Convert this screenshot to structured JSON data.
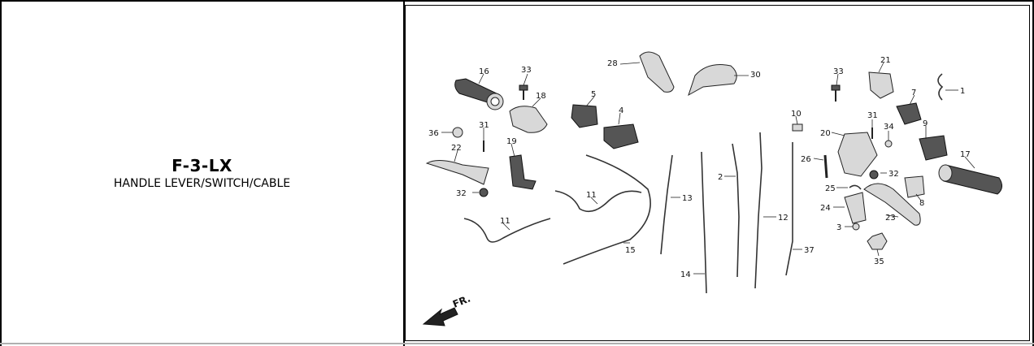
{
  "header": {
    "section_code": "F-3-LX",
    "section_title": "HANDLE LEVER/SWITCH/CABLE"
  },
  "diagram": {
    "direction_label": "FR.",
    "callouts": [
      {
        "id": "c16",
        "label": "16",
        "part": "grip-left"
      },
      {
        "id": "c33a",
        "label": "33",
        "part": "bolt"
      },
      {
        "id": "c18",
        "label": "18",
        "part": "switch-housing"
      },
      {
        "id": "c5",
        "label": "5",
        "part": "switch"
      },
      {
        "id": "c4",
        "label": "4",
        "part": "switch"
      },
      {
        "id": "c28",
        "label": "28",
        "part": "mirror-right"
      },
      {
        "id": "c30",
        "label": "30",
        "part": "mirror-left"
      },
      {
        "id": "c33b",
        "label": "33",
        "part": "bolt"
      },
      {
        "id": "c21",
        "label": "21",
        "part": "cover"
      },
      {
        "id": "c1",
        "label": "1",
        "part": "clip"
      },
      {
        "id": "c7",
        "label": "7",
        "part": "switch"
      },
      {
        "id": "c36",
        "label": "36",
        "part": "spring"
      },
      {
        "id": "c31a",
        "label": "31",
        "part": "screw"
      },
      {
        "id": "c22",
        "label": "22",
        "part": "lever"
      },
      {
        "id": "c19",
        "label": "19",
        "part": "bracket"
      },
      {
        "id": "c10",
        "label": "10",
        "part": "end-fitting"
      },
      {
        "id": "c31b",
        "label": "31",
        "part": "screw"
      },
      {
        "id": "c34",
        "label": "34",
        "part": "washer"
      },
      {
        "id": "c9",
        "label": "9",
        "part": "switch"
      },
      {
        "id": "c20",
        "label": "20",
        "part": "master-cylinder"
      },
      {
        "id": "c26",
        "label": "26",
        "part": "bolt"
      },
      {
        "id": "c17",
        "label": "17",
        "part": "grip-right"
      },
      {
        "id": "c32a",
        "label": "32",
        "part": "nut"
      },
      {
        "id": "c32b",
        "label": "32",
        "part": "nut"
      },
      {
        "id": "c11a",
        "label": "11",
        "part": "harness"
      },
      {
        "id": "c11b",
        "label": "11",
        "part": "harness"
      },
      {
        "id": "c13",
        "label": "13",
        "part": "cable"
      },
      {
        "id": "c2",
        "label": "2",
        "part": "cable"
      },
      {
        "id": "c12",
        "label": "12",
        "part": "cable"
      },
      {
        "id": "c25",
        "label": "25",
        "part": "clip"
      },
      {
        "id": "c8",
        "label": "8",
        "part": "switch"
      },
      {
        "id": "c24",
        "label": "24",
        "part": "bracket"
      },
      {
        "id": "c23",
        "label": "23",
        "part": "lever"
      },
      {
        "id": "c3",
        "label": "3",
        "part": "washer"
      },
      {
        "id": "c15",
        "label": "15",
        "part": "cable"
      },
      {
        "id": "c37",
        "label": "37",
        "part": "cable"
      },
      {
        "id": "c35",
        "label": "35",
        "part": "nut"
      },
      {
        "id": "c14",
        "label": "14",
        "part": "cable"
      }
    ]
  }
}
